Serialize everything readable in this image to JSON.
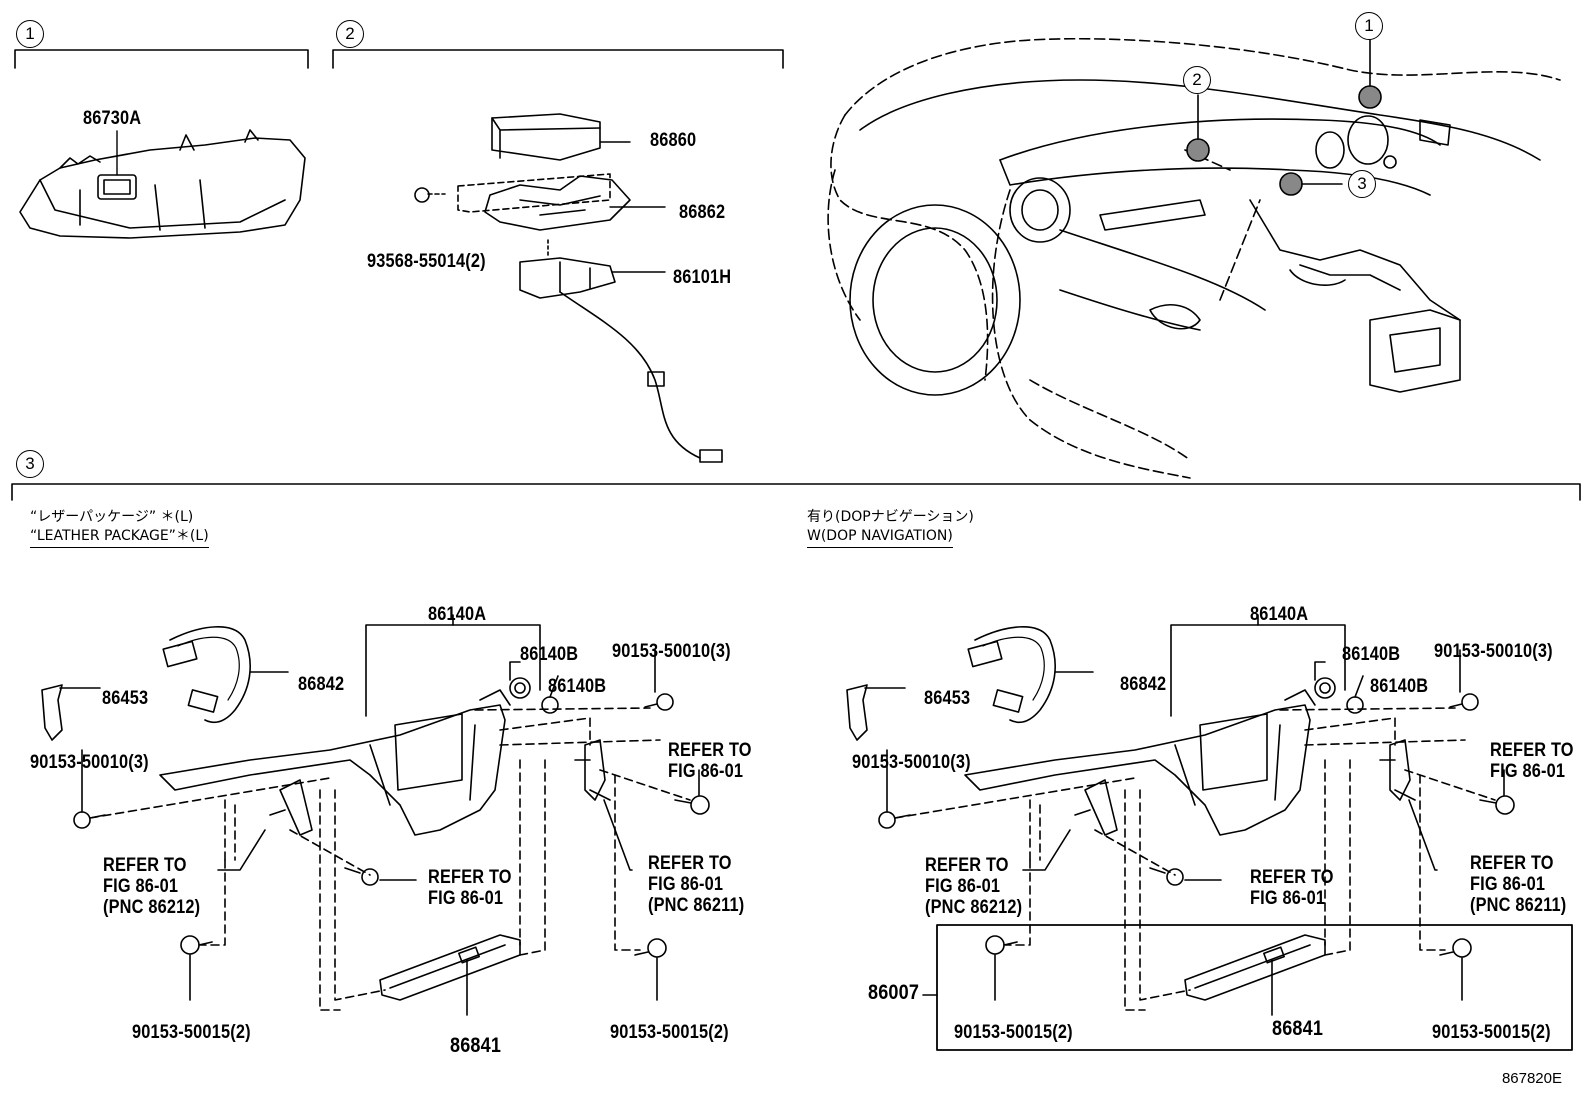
{
  "sections": {
    "s1": {
      "number": "1"
    },
    "s2": {
      "number": "2"
    },
    "s3": {
      "number": "3"
    }
  },
  "car_callouts": [
    "1",
    "2",
    "3"
  ],
  "section1": {
    "part": "86730A"
  },
  "section2": {
    "parts": [
      "86860",
      "86862",
      "86101H"
    ],
    "bolt": "93568-55014(2)"
  },
  "variant_left": {
    "jp": "“レザーパッケージ” ＊(L)",
    "en": "“LEATHER PACKAGE”＊(L)",
    "labels": {
      "p86140A": "86140A",
      "p86140B_1": "86140B",
      "p86140B_2": "86140B",
      "p86453": "86453",
      "p86842": "86842",
      "bolt_tl": "90153-50010(3)",
      "bolt_tr": "90153-50010(3)",
      "refer_r1": "REFER TO",
      "refer_r2": "FIG 86-01",
      "refer_l1": "REFER TO",
      "refer_l2": "FIG 86-01",
      "refer_l3": "(PNC 86212)",
      "refer_c1": "REFER TO",
      "refer_c2": "FIG 86-01",
      "refer_rr1": "REFER TO",
      "refer_rr2": "FIG 86-01",
      "refer_rr3": "(PNC 86211)",
      "bolt_bl": "90153-50015(2)",
      "bolt_br": "90153-50015(2)",
      "p86841": "86841"
    }
  },
  "variant_right": {
    "jp": "有り(DOPナビゲーション)",
    "en": "W(DOP NAVIGATION)",
    "labels": {
      "p86140A": "86140A",
      "p86140B_1": "86140B",
      "p86140B_2": "86140B",
      "p86453": "86453",
      "p86842": "86842",
      "bolt_tl": "90153-50010(3)",
      "bolt_tr": "90153-50010(3)",
      "refer_r1": "REFER TO",
      "refer_r2": "FIG 86-01",
      "refer_l1": "REFER TO",
      "refer_l2": "FIG 86-01",
      "refer_l3": "(PNC 86212)",
      "refer_c1": "REFER TO",
      "refer_c2": "FIG 86-01",
      "refer_rr1": "REFER TO",
      "refer_rr2": "FIG 86-01",
      "refer_rr3": "(PNC 86211)",
      "bolt_bl": "90153-50015(2)",
      "bolt_br": "90153-50015(2)",
      "p86841": "86841",
      "p86007": "86007"
    }
  },
  "figure_code": "867820E"
}
